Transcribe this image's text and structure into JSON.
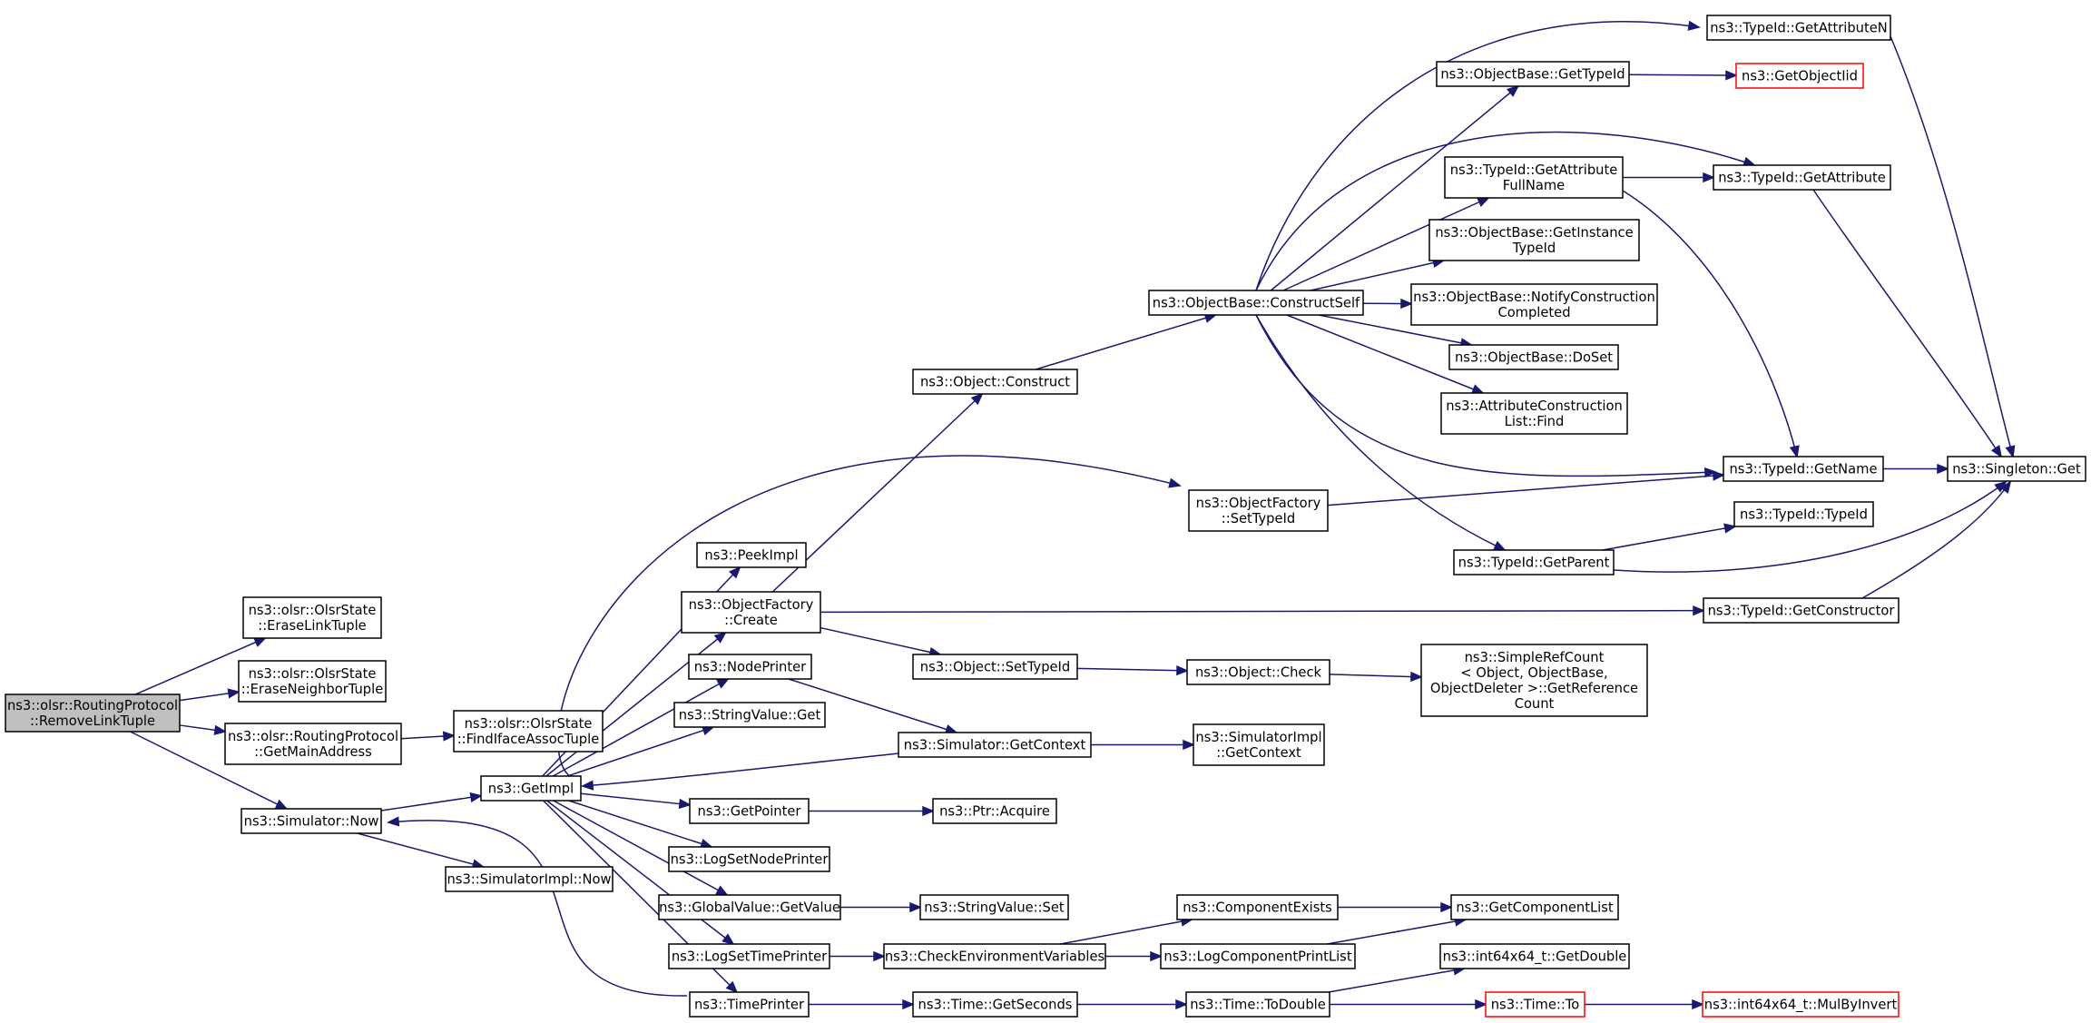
{
  "graph": {
    "colors": {
      "edge": "#191970",
      "node_border": "#000000",
      "root_fill": "#bfbfbf",
      "missing_border": "#ff0000"
    },
    "nodes": [
      {
        "id": "n0",
        "lines": [
          "ns3::olsr::RoutingProtocol",
          "::RemoveLinkTuple"
        ]
      },
      {
        "id": "n1",
        "lines": [
          "ns3::olsr::OlsrState",
          "::EraseLinkTuple"
        ]
      },
      {
        "id": "n2",
        "lines": [
          "ns3::olsr::OlsrState",
          "::EraseNeighborTuple"
        ]
      },
      {
        "id": "n3",
        "lines": [
          "ns3::olsr::RoutingProtocol",
          "::GetMainAddress"
        ]
      },
      {
        "id": "n4",
        "lines": [
          "ns3::olsr::OlsrState",
          "::FindIfaceAssocTuple"
        ]
      },
      {
        "id": "n5",
        "lines": [
          "ns3::Simulator::Now"
        ]
      },
      {
        "id": "n6",
        "lines": [
          "ns3::GetImpl"
        ]
      },
      {
        "id": "n7",
        "lines": [
          "ns3::SimulatorImpl::Now"
        ]
      },
      {
        "id": "n8",
        "lines": [
          "ns3::PeekImpl"
        ]
      },
      {
        "id": "n9",
        "lines": [
          "ns3::ObjectFactory",
          "::Create"
        ]
      },
      {
        "id": "n10",
        "lines": [
          "ns3::NodePrinter"
        ]
      },
      {
        "id": "n11",
        "lines": [
          "ns3::StringValue::Get"
        ]
      },
      {
        "id": "n12",
        "lines": [
          "ns3::GetPointer"
        ]
      },
      {
        "id": "n13",
        "lines": [
          "ns3::LogSetNodePrinter"
        ]
      },
      {
        "id": "n14",
        "lines": [
          "ns3::GlobalValue::GetValue"
        ]
      },
      {
        "id": "n15",
        "lines": [
          "ns3::LogSetTimePrinter"
        ]
      },
      {
        "id": "n16",
        "lines": [
          "ns3::TimePrinter"
        ]
      },
      {
        "id": "n17",
        "lines": [
          "ns3::Object::Construct"
        ]
      },
      {
        "id": "n18",
        "lines": [
          "ns3::Object::SetTypeId"
        ]
      },
      {
        "id": "n19",
        "lines": [
          "ns3::Simulator::GetContext"
        ]
      },
      {
        "id": "n20",
        "lines": [
          "ns3::Ptr::Acquire"
        ]
      },
      {
        "id": "n21",
        "lines": [
          "ns3::StringValue::Set"
        ]
      },
      {
        "id": "n22",
        "lines": [
          "ns3::CheckEnvironmentVariables"
        ]
      },
      {
        "id": "n23",
        "lines": [
          "ns3::Time::GetSeconds"
        ]
      },
      {
        "id": "n24",
        "lines": [
          "ns3::ObjectBase::ConstructSelf"
        ]
      },
      {
        "id": "n25",
        "lines": [
          "ns3::ObjectFactory",
          "::SetTypeId"
        ]
      },
      {
        "id": "n26",
        "lines": [
          "ns3::Object::Check"
        ]
      },
      {
        "id": "n27",
        "lines": [
          "ns3::SimulatorImpl",
          "::GetContext"
        ]
      },
      {
        "id": "n28",
        "lines": [
          "ns3::ComponentExists"
        ]
      },
      {
        "id": "n29",
        "lines": [
          "ns3::LogComponentPrintList"
        ]
      },
      {
        "id": "n30",
        "lines": [
          "ns3::Time::ToDouble"
        ]
      },
      {
        "id": "n31",
        "lines": [
          "ns3::ObjectBase::GetTypeId"
        ]
      },
      {
        "id": "n32",
        "lines": [
          "ns3::TypeId::GetAttribute",
          "FullName"
        ]
      },
      {
        "id": "n33",
        "lines": [
          "ns3::ObjectBase::GetInstance",
          "TypeId"
        ]
      },
      {
        "id": "n34",
        "lines": [
          "ns3::ObjectBase::NotifyConstruction",
          "Completed"
        ]
      },
      {
        "id": "n35",
        "lines": [
          "ns3::ObjectBase::DoSet"
        ]
      },
      {
        "id": "n36",
        "lines": [
          "ns3::AttributeConstruction",
          "List::Find"
        ]
      },
      {
        "id": "n37",
        "lines": [
          "ns3::TypeId::GetParent"
        ]
      },
      {
        "id": "n38",
        "lines": [
          "ns3::SimpleRefCount",
          "< Object, ObjectBase,",
          " ObjectDeleter >::GetReference",
          "Count"
        ]
      },
      {
        "id": "n39",
        "lines": [
          "ns3::GetComponentList"
        ]
      },
      {
        "id": "n40",
        "lines": [
          "ns3::int64x64_t::GetDouble"
        ]
      },
      {
        "id": "n41",
        "lines": [
          "ns3::Time::To"
        ]
      },
      {
        "id": "n42",
        "lines": [
          "ns3::TypeId::GetAttributeN"
        ]
      },
      {
        "id": "n43",
        "lines": [
          "ns3::GetObjectIid"
        ]
      },
      {
        "id": "n44",
        "lines": [
          "ns3::TypeId::GetAttribute"
        ]
      },
      {
        "id": "n45",
        "lines": [
          "ns3::TypeId::GetName"
        ]
      },
      {
        "id": "n46",
        "lines": [
          "ns3::TypeId::TypeId"
        ]
      },
      {
        "id": "n47",
        "lines": [
          "ns3::TypeId::GetConstructor"
        ]
      },
      {
        "id": "n48",
        "lines": [
          "ns3::int64x64_t::MulByInvert"
        ]
      },
      {
        "id": "n49",
        "lines": [
          "ns3::Singleton::Get"
        ]
      }
    ],
    "edges": [
      [
        "n0",
        "n1"
      ],
      [
        "n0",
        "n2"
      ],
      [
        "n0",
        "n3"
      ],
      [
        "n0",
        "n5"
      ],
      [
        "n3",
        "n4"
      ],
      [
        "n5",
        "n6"
      ],
      [
        "n5",
        "n7"
      ],
      [
        "n6",
        "n8"
      ],
      [
        "n6",
        "n9"
      ],
      [
        "n6",
        "n10"
      ],
      [
        "n6",
        "n11"
      ],
      [
        "n6",
        "n12"
      ],
      [
        "n6",
        "n13"
      ],
      [
        "n6",
        "n14"
      ],
      [
        "n6",
        "n15"
      ],
      [
        "n6",
        "n16"
      ],
      [
        "n6",
        "n25"
      ],
      [
        "n9",
        "n17"
      ],
      [
        "n9",
        "n18"
      ],
      [
        "n9",
        "n47"
      ],
      [
        "n10",
        "n19"
      ],
      [
        "n19",
        "n6"
      ],
      [
        "n19",
        "n27"
      ],
      [
        "n12",
        "n20"
      ],
      [
        "n14",
        "n21"
      ],
      [
        "n15",
        "n22"
      ],
      [
        "n16",
        "n5"
      ],
      [
        "n16",
        "n23"
      ],
      [
        "n17",
        "n24"
      ],
      [
        "n18",
        "n26"
      ],
      [
        "n26",
        "n38"
      ],
      [
        "n22",
        "n28"
      ],
      [
        "n22",
        "n29"
      ],
      [
        "n28",
        "n39"
      ],
      [
        "n29",
        "n39"
      ],
      [
        "n23",
        "n30"
      ],
      [
        "n30",
        "n40"
      ],
      [
        "n30",
        "n41"
      ],
      [
        "n41",
        "n48"
      ],
      [
        "n24",
        "n42"
      ],
      [
        "n24",
        "n31"
      ],
      [
        "n24",
        "n44"
      ],
      [
        "n24",
        "n32"
      ],
      [
        "n24",
        "n33"
      ],
      [
        "n24",
        "n34"
      ],
      [
        "n24",
        "n35"
      ],
      [
        "n24",
        "n36"
      ],
      [
        "n24",
        "n45"
      ],
      [
        "n24",
        "n37"
      ],
      [
        "n25",
        "n45"
      ],
      [
        "n31",
        "n43"
      ],
      [
        "n32",
        "n44"
      ],
      [
        "n32",
        "n45"
      ],
      [
        "n42",
        "n49"
      ],
      [
        "n44",
        "n49"
      ],
      [
        "n45",
        "n49"
      ],
      [
        "n37",
        "n46"
      ],
      [
        "n37",
        "n49"
      ],
      [
        "n47",
        "n49"
      ]
    ]
  }
}
